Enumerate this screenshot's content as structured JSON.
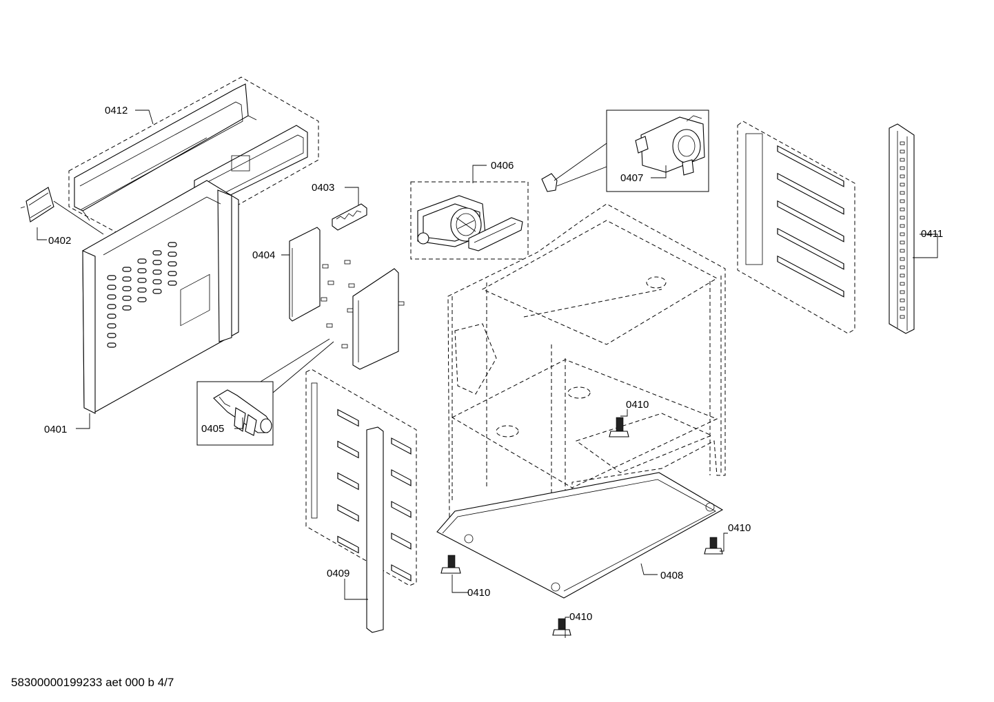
{
  "labels": {
    "p0401": "0401",
    "p0402": "0402",
    "p0403": "0403",
    "p0404": "0404",
    "p0405": "0405",
    "p0406": "0406",
    "p0407": "0407",
    "p0408": "0408",
    "p0409": "0409",
    "p0410": "0410",
    "p0411": "0411",
    "p0412": "0412"
  },
  "document_id": "58300000199233 aet 000 b 4/7"
}
